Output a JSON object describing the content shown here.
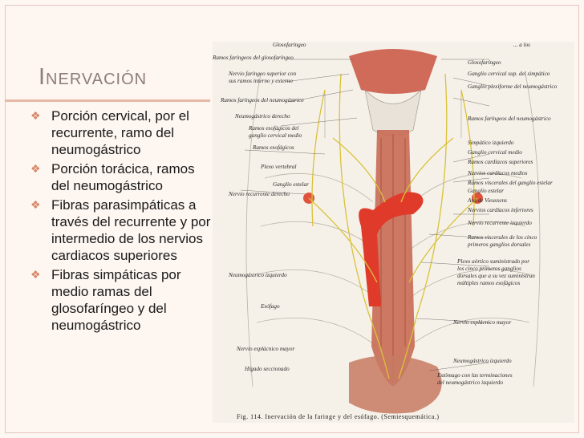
{
  "slide": {
    "title": "Inervación",
    "bullets": [
      {
        "text": "Porción cervical, por el recurrente, ramo del neumogástrico"
      },
      {
        "text": "Porción torácica, ramos del neumogástrico"
      },
      {
        "text": "Fibras parasimpáticas a través del recurrente y por intermedio de los nervios cardiacos superiores"
      },
      {
        "text": "Fibras simpáticas por medio ramas del glosofaríngeo y del neumogástrico"
      }
    ],
    "bullet_icon": "diamond-bullet-icon",
    "accent_color": "#d98563"
  },
  "figure": {
    "top_right_text": "... a los",
    "labels_left": [
      "Glosofaríngeo",
      "Ramos faríngeos del glosofaríngeo",
      "Nervio faríngeo superior con sus ramos interno y externo",
      "Ramos faríngeos del neumogástrico",
      "Neumogástrico derecho",
      "Ramos esofágicos del ganglio cervical medio",
      "Ramos esofágicos",
      "Plexo vertebral",
      "Ganglio estelar",
      "Nervio recurrente derecho",
      "Neumogástrico izquierdo",
      "Esófago",
      "Nervio esplácnico mayor",
      "Hígado seccionado"
    ],
    "labels_right": [
      "Glosofaríngeo",
      "Ganglio cervical sup. del simpático",
      "Ganglio plexiforme del neumogástrico",
      "Ramos faríngeos del neumogástrico",
      "Simpático izquierdo",
      "Ganglio cervical medio",
      "Ramos cardíacos superiores",
      "Nervios cardíacos medios",
      "Ramos viscerales del ganglio estelar",
      "Ganglio estelar",
      "Asa de Vieussens",
      "Nervios cardíacos inferiores",
      "Nervio recurrente izquierdo",
      "Ramos viscerales de los cinco primeros ganglios dorsales",
      "Plexo aórtico suministrado por los cinco primeros ganglios dorsales que a su vez suministran múltiples ramos esofágicos",
      "Nervio esplácnico mayor",
      "Neumogástrico izquierdo",
      "Estómago con las terminaciones del neumogástrico izquierdo"
    ],
    "caption": "Fig. 114. Inervación de la faringe y del esófago. (Semiesquemática.)"
  }
}
